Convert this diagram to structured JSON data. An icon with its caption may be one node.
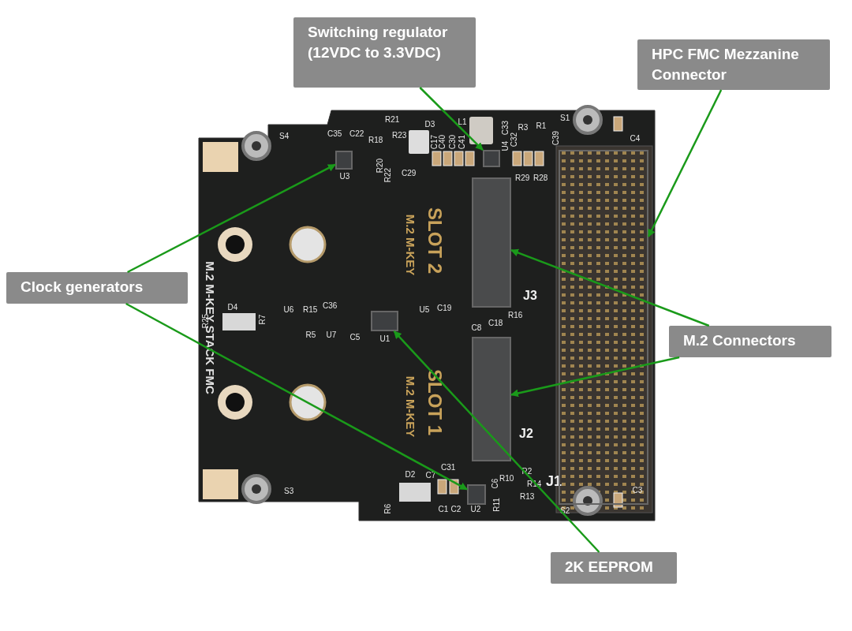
{
  "diagram": {
    "nodes": [
      {
        "text": [
          "Switching regulator (12VDC to 3.3VDC)"
        ]
      },
      {
        "text": [
          "HPC FMC Mezzanine Connector"
        ]
      },
      {
        "text": [
          "Clock generators"
        ]
      },
      {
        "text": [
          "M.2 Connectors"
        ]
      },
      {
        "text": [
          "2K EEPROM"
        ]
      },
      {
        "text": [],
        "shape": "box"
      },
      {
        "text": [],
        "shape": "box"
      },
      {
        "text": [],
        "shape": "box"
      },
      {
        "text": [],
        "shape": "box"
      },
      {
        "text": [],
        "shape": "box"
      },
      {
        "text": [],
        "shape": "box"
      },
      {
        "text": [],
        "shape": "box"
      }
    ],
    "edges": [
      {
        "from": 0,
        "to": 6,
        "arrow": "to"
      },
      {
        "from": 1,
        "to": 7,
        "arrow": "to"
      },
      {
        "from": 2,
        "to": 5,
        "arrow": "to"
      },
      {
        "from": 2,
        "to": 11,
        "arrow": "to"
      },
      {
        "from": 3,
        "to": 8,
        "arrow": "to"
      },
      {
        "from": 3,
        "to": 10,
        "arrow": "to"
      },
      {
        "from": 4,
        "to": 9,
        "arrow": "to"
      }
    ],
    "labels": [
      "S4",
      "C35",
      "C22",
      "R21",
      "D3",
      "R18",
      "R23",
      "R20",
      "R22",
      "U3",
      "C29",
      "L1",
      "C17",
      "C40",
      "C30",
      "C41",
      "U4",
      "C33",
      "C32",
      "R3",
      "R1",
      "C39",
      "S1",
      "C4",
      "R29",
      "R28",
      "M.2 M-KEY",
      "SLOT 2",
      "J3",
      "M.2 M-KEY STACK FMC",
      "D4",
      "R25",
      "R7",
      "U6",
      "R15",
      "R5",
      "C36",
      "U7",
      "C5",
      "U1",
      "U5",
      "C19",
      "C8",
      "C18",
      "R16",
      "M.2 M-KEY",
      "SLOT 1",
      "J2",
      "C31",
      "C7",
      "R2",
      "R10",
      "C6",
      "R14",
      "R13",
      "R11",
      "J1",
      "D2",
      "R6",
      "C1",
      "C2",
      "U2",
      "S3",
      "S2",
      "C3"
    ]
  }
}
